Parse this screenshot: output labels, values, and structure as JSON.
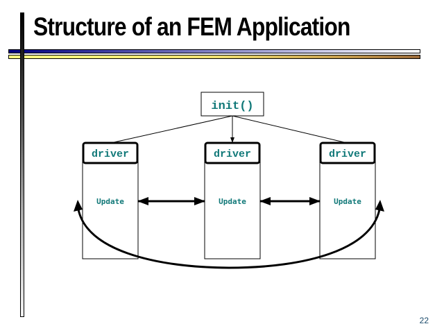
{
  "slide": {
    "title": "Structure of an FEM Application",
    "page_number": "22"
  },
  "diagram": {
    "root": {
      "label": "init()"
    },
    "drivers": [
      {
        "label": "driver",
        "update_label": "Update"
      },
      {
        "label": "driver",
        "update_label": "Update"
      },
      {
        "label": "driver",
        "update_label": "Update"
      }
    ],
    "edges": [
      {
        "from": "init()",
        "to": "driver 1",
        "style": "line"
      },
      {
        "from": "init()",
        "to": "driver 2",
        "style": "arrow"
      },
      {
        "from": "init()",
        "to": "driver 3",
        "style": "line"
      },
      {
        "from": "Update 1",
        "to": "Update 2",
        "style": "double-arrow"
      },
      {
        "from": "Update 2",
        "to": "Update 3",
        "style": "double-arrow"
      },
      {
        "from": "Update 1",
        "to": "Update 3",
        "style": "curved-double-arrow"
      }
    ],
    "colors": {
      "label_text": "#107878",
      "lines": "#000000"
    }
  }
}
